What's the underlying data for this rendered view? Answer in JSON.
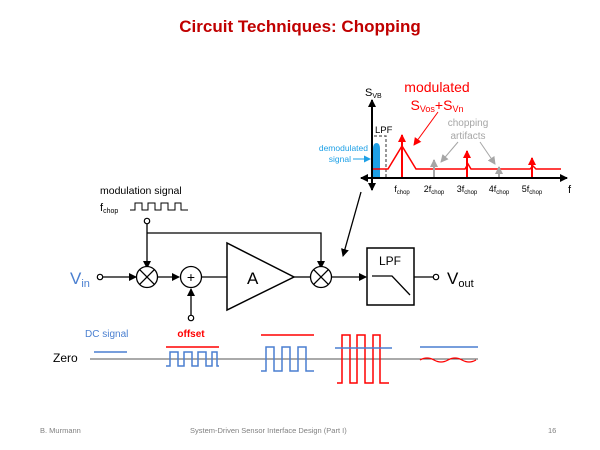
{
  "slide": {
    "title": "Circuit Techniques: Chopping",
    "footer": {
      "author": "B. Murmann",
      "course": "System-Driven Sensor Interface Design (Part I)",
      "page": "16"
    }
  },
  "colors": {
    "title": "#c00000",
    "red": "#ff0000",
    "blue": "#4a7fd0",
    "cyan": "#1ea0e6",
    "gray": "#a6a6a6",
    "black": "#000000"
  },
  "spectrum": {
    "y_axis_label": "S",
    "y_axis_sub": "VB",
    "x_axis_label": "f",
    "lpf_label": "LPF",
    "demod_label_1": "demodulated",
    "demod_label_2": "signal",
    "modulated_label": "modulated",
    "mod_s1": "S",
    "mod_s1_sub": "Vos",
    "mod_plus": "+",
    "mod_s2": "S",
    "mod_s2_sub": "Vn",
    "artifacts_label_1": "chopping",
    "artifacts_label_2": "artifacts",
    "ticks": [
      {
        "pre": "",
        "sub": "chop",
        "main": "f"
      },
      {
        "pre": "2",
        "sub": "chop",
        "main": "f"
      },
      {
        "pre": "3",
        "sub": "chop",
        "main": "f"
      },
      {
        "pre": "4",
        "sub": "chop",
        "main": "f"
      },
      {
        "pre": "5",
        "sub": "chop",
        "main": "f"
      }
    ]
  },
  "block": {
    "mod_signal_label": "modulation signal",
    "fchop_main": "f",
    "fchop_sub": "chop",
    "vin_main": "V",
    "vin_sub": "in",
    "vout_main": "V",
    "vout_sub": "out",
    "amp_label": "A",
    "lpf_label": "LPF",
    "sum_symbol": "+"
  },
  "waveforms": {
    "zero_label": "Zero",
    "dc_label": "DC signal",
    "offset_label": "offset"
  }
}
